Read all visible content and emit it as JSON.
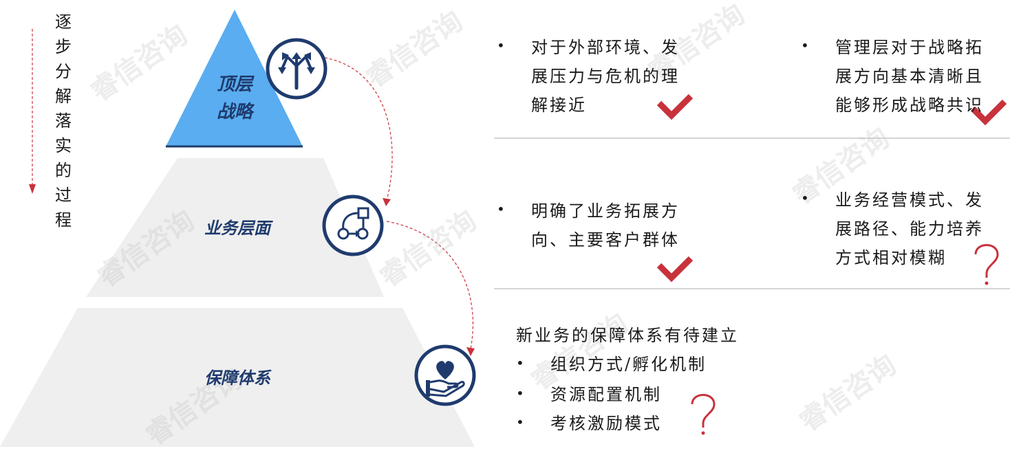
{
  "process_label_chars": [
    "逐",
    "步",
    "分",
    "解",
    "落",
    "实",
    "的",
    "过",
    "程"
  ],
  "layers": {
    "top": {
      "label_line1": "顶层",
      "label_line2": "战略"
    },
    "middle": {
      "label": "业务层面"
    },
    "bottom": {
      "label": "保障体系"
    }
  },
  "cells": {
    "top_left": {
      "bullet": "•",
      "text_lines": [
        "对于外部环境、发",
        "展压力与危机的理",
        "解接近"
      ],
      "mark": "check"
    },
    "top_right": {
      "bullet": "•",
      "text_lines": [
        "管理层对于战略拓",
        "展方向基本清晰且",
        "能够形成战略共识"
      ],
      "mark": "check"
    },
    "mid_left": {
      "bullet": "•",
      "text_lines": [
        "明确了业务拓展方",
        "向、主要客户群体"
      ],
      "mark": "check"
    },
    "mid_right": {
      "bullet": "•",
      "text_lines": [
        "业务经营模式、发",
        "展路径、能力培养",
        "方式相对模糊"
      ],
      "mark": "question"
    }
  },
  "bottom_block": {
    "title": "新业务的保障体系有待建立",
    "items": [
      {
        "bullet": "•",
        "text": "组织方式/孵化机制"
      },
      {
        "bullet": "•",
        "text": "资源配置机制"
      },
      {
        "bullet": "•",
        "text": "考核激励模式"
      }
    ],
    "mark": "question"
  },
  "watermark": "睿信咨询",
  "icons": {
    "top": "split-arrows-icon",
    "middle": "workflow-icon",
    "bottom": "heart-in-hand-icon",
    "check": "check-mark-icon",
    "question": "question-mark-icon"
  },
  "colors": {
    "top_triangle": "#5aadf0",
    "layer_gray": "#efefef",
    "navy": "#1f3b6e",
    "red": "#c8323c",
    "divider": "#c8c8c8"
  }
}
